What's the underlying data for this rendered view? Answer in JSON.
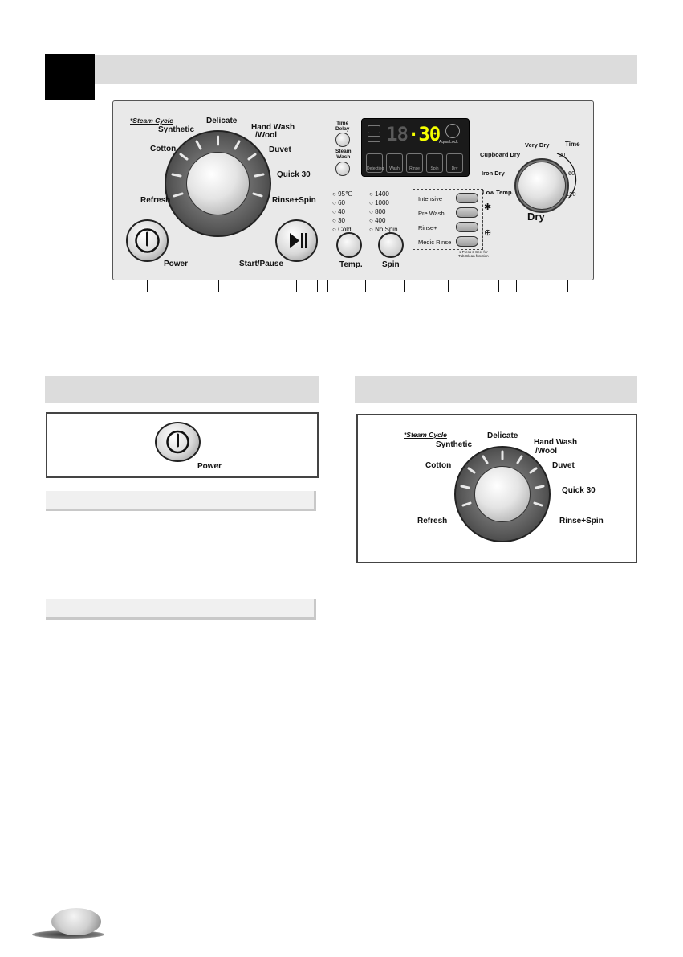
{
  "panel": {
    "steam_note": "*Steam Cycle",
    "programs": {
      "synthetic": "Synthetic",
      "delicate": "Delicate",
      "hand_wash_1": "Hand Wash",
      "hand_wash_2": "/Wool",
      "cotton": "Cotton",
      "duvet": "Duvet",
      "quick30": "Quick 30",
      "refresh": "Refresh",
      "rinse_spin": "Rinse+Spin"
    },
    "power_label": "Power",
    "start_pause_label": "Start/Pause",
    "time_delay": [
      "Time",
      "Delay"
    ],
    "steam_wash": [
      "Steam",
      "Wash"
    ],
    "display": {
      "digits_dim": "18",
      "digits_lit": "30",
      "aqua_lock": "Aqua Lock",
      "stages": [
        "Detecting",
        "Wash",
        "Rinse",
        "Spin",
        "Dry"
      ]
    },
    "temps": [
      "95℃",
      "60",
      "40",
      "30",
      "Cold"
    ],
    "spins": [
      "1400",
      "1000",
      "800",
      "400",
      "No Spin"
    ],
    "temp_label": "Temp.",
    "spin_label": "Spin",
    "options": [
      "Intensive",
      "Pre Wash",
      "Rinse+",
      "Medic Rinse"
    ],
    "options_note": [
      "※Press 3 Sec. for",
      "Tub Clean function"
    ],
    "dry": {
      "very_dry": "Very Dry",
      "cupboard_dry": "Cupboard Dry",
      "iron_dry": "Iron Dry",
      "low_temp": "Low Temp.",
      "time": "Time",
      "t30": "30",
      "t60": "60",
      "t120": "120",
      "label": "Dry"
    }
  },
  "power_section": {
    "power_label": "Power"
  },
  "program_section": {
    "steam_note": "*Steam Cycle",
    "synthetic": "Synthetic",
    "delicate": "Delicate",
    "hand_wash_1": "Hand Wash",
    "hand_wash_2": "/Wool",
    "cotton": "Cotton",
    "duvet": "Duvet",
    "quick30": "Quick 30",
    "refresh": "Refresh",
    "rinse_spin": "Rinse+Spin"
  }
}
